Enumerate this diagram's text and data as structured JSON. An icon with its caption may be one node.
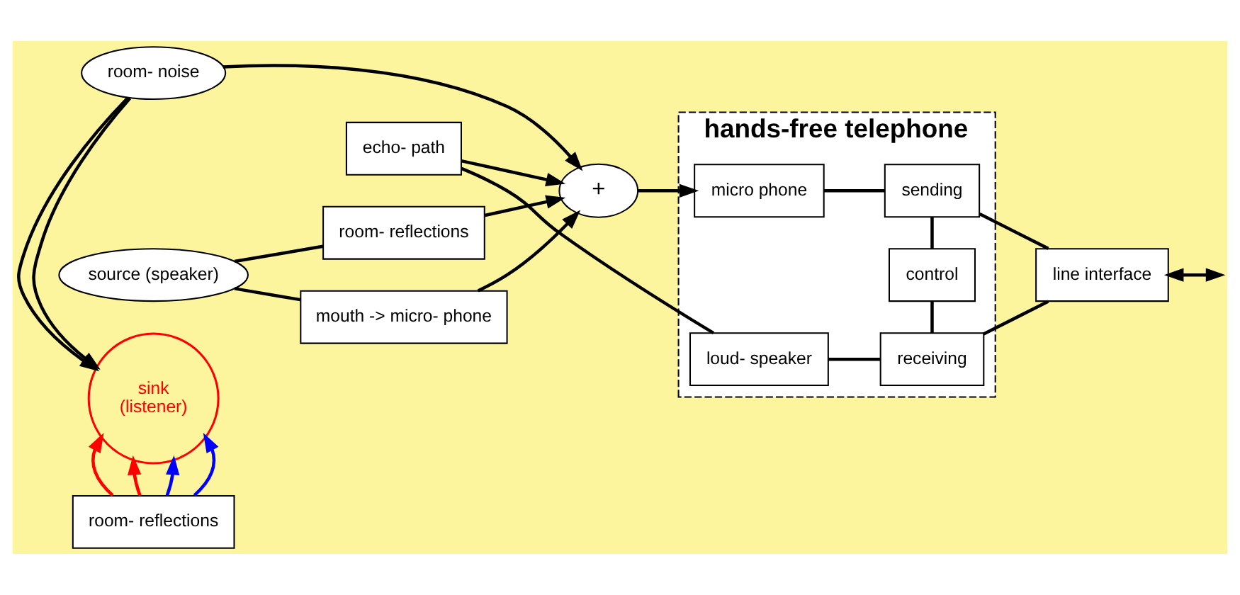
{
  "diagram": {
    "nodes": [
      {
        "text": [
          "room- noise"
        ]
      },
      {
        "text": [
          "sink",
          "(listener)"
        ]
      },
      {
        "text": [
          "source (speaker)"
        ]
      },
      {
        "text": [
          "room- reflections"
        ]
      },
      {
        "text": [
          "mouth -> micro- phone"
        ]
      },
      {
        "text": [
          "+"
        ]
      },
      {
        "text": [
          "echo- path"
        ]
      },
      {
        "text": [
          "hands-free telephone"
        ]
      },
      {
        "text": [
          "micro phone"
        ],
        "in": 7
      },
      {
        "text": [
          "sending"
        ],
        "in": 7
      },
      {
        "text": [
          "control"
        ],
        "in": 7
      },
      {
        "text": [
          "loud- speaker"
        ],
        "in": 7
      },
      {
        "text": [
          "receiving"
        ],
        "in": 7
      },
      {
        "text": [
          "line interface"
        ]
      },
      {
        "text": [
          "room- reflections"
        ]
      }
    ],
    "edges": [
      {
        "from": 0,
        "to": 1,
        "arrow": "to"
      },
      {
        "from": 0,
        "to": 1,
        "arrow": "to"
      },
      {
        "from": 0,
        "to": 5,
        "arrow": "to"
      },
      {
        "from": 2,
        "to": 3,
        "arrow": "none"
      },
      {
        "from": 2,
        "to": 4,
        "arrow": "none"
      },
      {
        "from": 3,
        "to": 5,
        "arrow": "to"
      },
      {
        "from": 4,
        "to": 5,
        "arrow": "to"
      },
      {
        "from": 6,
        "to": 5,
        "arrow": "to"
      },
      {
        "from": 5,
        "to": 8,
        "arrow": "to"
      },
      {
        "from": 8,
        "to": 9,
        "arrow": "none"
      },
      {
        "from": 9,
        "to": 10,
        "arrow": "none"
      },
      {
        "from": 10,
        "to": 12,
        "arrow": "none"
      },
      {
        "from": 11,
        "to": 12,
        "arrow": "none"
      },
      {
        "from": 11,
        "to": 6,
        "arrow": "none"
      },
      {
        "from": 9,
        "to": 13,
        "arrow": "none"
      },
      {
        "from": 12,
        "to": 13,
        "arrow": "none"
      },
      {
        "from": 13,
        "to": null,
        "arrow": "both"
      },
      {
        "from": 14,
        "to": 1,
        "arrow": "to",
        "color": "#0000ff"
      },
      {
        "from": 14,
        "to": 1,
        "arrow": "to",
        "color": "#0000ff"
      },
      {
        "from": 14,
        "to": 1,
        "arrow": "to",
        "color": "#ff0000"
      },
      {
        "from": 14,
        "to": 1,
        "arrow": "to",
        "color": "#ff0000"
      }
    ]
  }
}
